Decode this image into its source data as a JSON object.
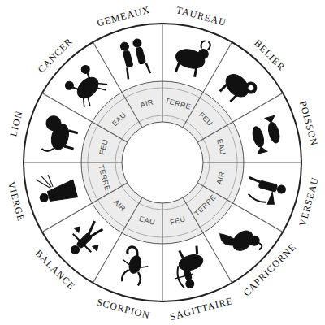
{
  "diagram": {
    "labels": [
      "GEMEAUX",
      "TAUREAU",
      "BELIER",
      "POISSON",
      "VERSEAU",
      "CAPRICORNE",
      "SAGITTAIRE",
      "SCORPION",
      "BALANCE",
      "VIERGE",
      "LION",
      "CANCER",
      "AIR",
      "TERRE",
      "FEU",
      "EAU",
      "AIR",
      "TERRE",
      "FEU",
      "EAU",
      "AIR",
      "TERRE",
      "FEU",
      "EAU"
    ]
  }
}
